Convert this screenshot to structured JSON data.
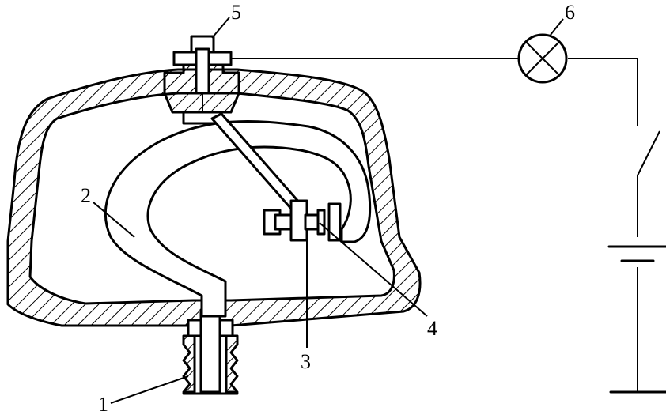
{
  "diagram": {
    "labels": {
      "l1": "1",
      "l2": "2",
      "l3": "3",
      "l4": "4",
      "l5": "5",
      "l6": "6"
    },
    "colors": {
      "line": "#000000",
      "background": "#ffffff"
    },
    "icons": [
      "lamp-icon",
      "switch-icon",
      "battery-icon"
    ]
  }
}
